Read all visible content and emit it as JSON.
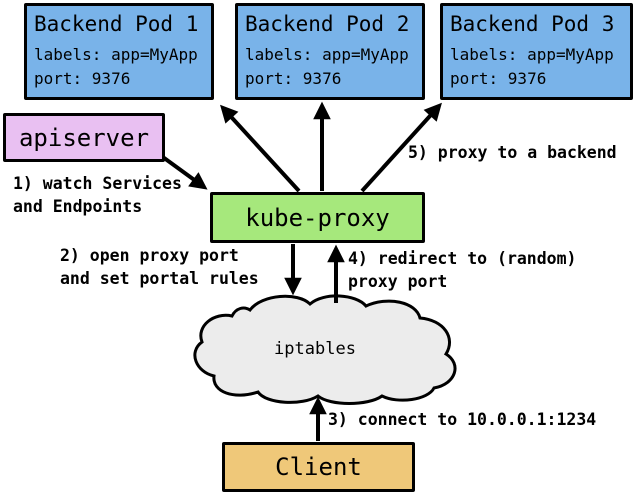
{
  "nodes": {
    "pods": [
      {
        "title": "Backend Pod 1",
        "labels": "labels: app=MyApp",
        "port": "port: 9376"
      },
      {
        "title": "Backend Pod 2",
        "labels": "labels: app=MyApp",
        "port": "port: 9376"
      },
      {
        "title": "Backend Pod 3",
        "labels": "labels: app=MyApp",
        "port": "port: 9376"
      }
    ],
    "apiserver": {
      "label": "apiserver"
    },
    "kube_proxy": {
      "label": "kube-proxy"
    },
    "iptables": {
      "label": "iptables"
    },
    "client": {
      "label": "Client"
    }
  },
  "annotations": {
    "step1": "1) watch Services\nand Endpoints",
    "step2": "2) open proxy port\nand set portal rules",
    "step3": "3) connect to 10.0.0.1:1234",
    "step4": "4) redirect to (random)\nproxy port",
    "step5": "5) proxy to a backend"
  },
  "colors": {
    "pod_fill": "#79B3E9",
    "apiserver_fill": "#E9C0F2",
    "kube_proxy_fill": "#A6E87C",
    "client_fill": "#EFC879",
    "cloud_fill": "#ECECEC",
    "line": "#000000"
  }
}
